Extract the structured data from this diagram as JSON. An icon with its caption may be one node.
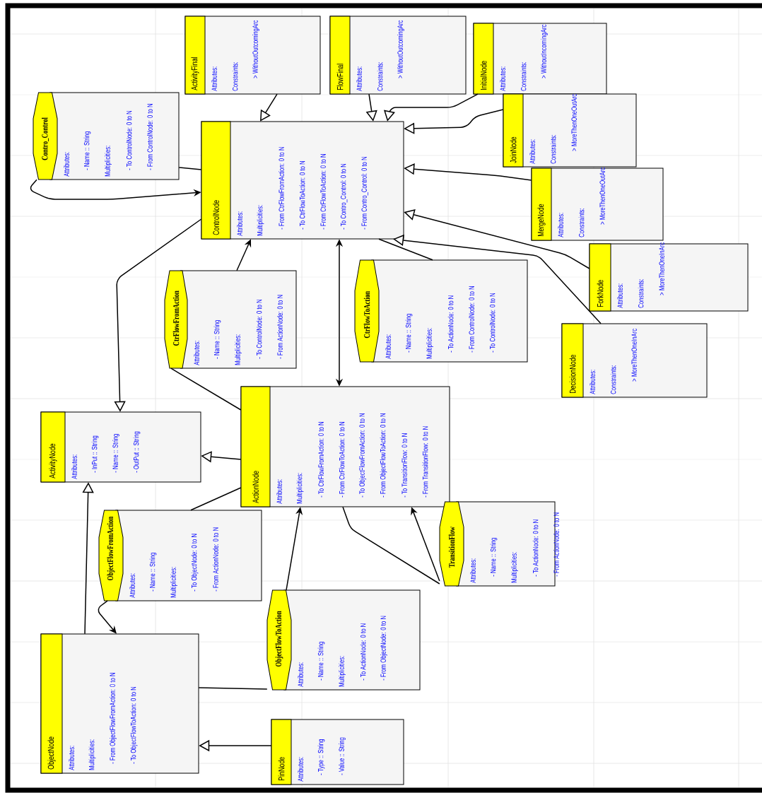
{
  "diagram": {
    "nodes": [
      {
        "text": [
          "ActivityFinal",
          "Attributes:",
          "Constraints:",
          "> WithoutOutcomingArc"
        ]
      },
      {
        "text": [
          "FlowFinal",
          "Attributes:",
          "Constraints:",
          "> WithoutOutcomingArc"
        ]
      },
      {
        "text": [
          "InitialNode",
          "Attributes:",
          "Constraints:",
          "> WithoutIncomingArc"
        ]
      },
      {
        "text": [
          "Contro_Control",
          "Attributes:",
          "- Name :: String",
          "Multiplicities:",
          "- To ControlNode: 0 to N",
          "- From ControlNode: 0 to N"
        ]
      },
      {
        "text": [
          "ControlNode",
          "Attributes:",
          "Multiplicities:",
          "- From CtrFlowFromAction: 0 to N",
          "- To CtrFlowToAction: 0 to N",
          "- From CtrFlowToAction: 0 to N",
          "- To Contro_Control: 0 to N",
          "- From Contro_Control: 0 to N"
        ]
      },
      {
        "text": [
          "JoinNode",
          "Attributes:",
          "Constraints:",
          "> MoreThenOneOutArc"
        ]
      },
      {
        "text": [
          "MergeNode",
          "Attributes:",
          "Constraints:",
          "> MoreThenOneOutArc"
        ]
      },
      {
        "text": [
          "ForkNode",
          "Attributes:",
          "Constraints:",
          "> MoreThenOneInArc"
        ]
      },
      {
        "text": [
          "CtrFlowFromAction",
          "Attributes:",
          "- Name :: String",
          "Multiplicities:",
          "- To ControlNode: 0 to N",
          "- From ActionNode: 0 to N"
        ]
      },
      {
        "text": [
          "CtrFlowToAction",
          "Attributes:",
          "- Name :: String",
          "Multiplicities:",
          "- To ActionNode: 0 to N",
          "- From ControlNode: 0 to N",
          "- To ControlNode: 0 to N"
        ]
      },
      {
        "text": [
          "DecisionNode",
          "Attributes:",
          "Constraints:",
          "> MoreThenOneInArc"
        ]
      },
      {
        "text": [
          "ActivityNode",
          "Attributes:",
          "- InPut :: String",
          "- Name :: String",
          "- OutPut :: String"
        ]
      },
      {
        "text": [
          "ActionNode",
          "Attributes:",
          "Multiplicities:",
          "- To CtrFlowFromAction: 0 to N",
          "- From CtrFlowToAction: 0 to N",
          "- To ObjectFlowFromAction: 0 to N",
          "- From ObjectFlowToAction: 0 to N",
          "- To TransitionFlow: 0 to N",
          "- From TransitionFlow: 0 to N"
        ]
      },
      {
        "text": [
          "ObjectFlowFromAction",
          "Attributes:",
          "- Name :: String",
          "Multiplicities:",
          "- To ObjectNode: 0 to N",
          "- From ActionNode: 0 to N"
        ]
      },
      {
        "text": [
          "TransitionFlow",
          "Attributes:",
          "- Name :: String",
          "Multiplicities:",
          "- To ActionNode: 0 to N",
          "- From ActionNode: 0 to N"
        ]
      },
      {
        "text": [
          "ObjectFlowToAction",
          "Attributes:",
          "- Name :: String",
          "Multiplicities:",
          "- To ActionNode: 0 to N",
          "- From ObjectNode: 0 to N"
        ]
      },
      {
        "text": [
          "ObjectNode",
          "Attributes:",
          "Multiplicities:",
          "- From ObjectFlowFromAction: 0 to N",
          "- To ObjectFlowToAction: 0 to N"
        ]
      },
      {
        "text": [
          "PinNode",
          "Attributes:",
          "- Type :: String",
          "- Value :: String"
        ]
      }
    ],
    "edges": [
      {
        "from": 0,
        "to": 4,
        "arrow": "to"
      },
      {
        "from": 1,
        "to": 4,
        "arrow": "to"
      },
      {
        "from": 2,
        "to": 4,
        "arrow": "to"
      },
      {
        "from": 5,
        "to": 4,
        "arrow": "to"
      },
      {
        "from": 6,
        "to": 4,
        "arrow": "to"
      },
      {
        "from": 7,
        "to": 4,
        "arrow": "to"
      },
      {
        "from": 10,
        "to": 4,
        "arrow": "to"
      },
      {
        "from": 3,
        "to": 4,
        "arrow": "none"
      },
      {
        "from": 3,
        "to": 4,
        "arrow": "to"
      },
      {
        "from": 4,
        "to": 12,
        "arrow": "both"
      },
      {
        "from": 9,
        "to": 4,
        "arrow": "none"
      },
      {
        "from": 8,
        "to": 4,
        "arrow": "to"
      },
      {
        "from": 8,
        "to": 12,
        "arrow": "none"
      },
      {
        "from": 4,
        "to": 11,
        "arrow": "to"
      },
      {
        "from": 12,
        "to": 11,
        "arrow": "to"
      },
      {
        "from": 16,
        "to": 11,
        "arrow": "to"
      },
      {
        "from": 12,
        "to": 13,
        "arrow": "none"
      },
      {
        "from": 13,
        "to": 16,
        "arrow": "to"
      },
      {
        "from": 15,
        "to": 12,
        "arrow": "to"
      },
      {
        "from": 16,
        "to": 15,
        "arrow": "none"
      },
      {
        "from": 12,
        "to": 14,
        "arrow": "none"
      },
      {
        "from": 14,
        "to": 12,
        "arrow": "to"
      },
      {
        "from": 17,
        "to": 16,
        "arrow": "to"
      }
    ]
  }
}
